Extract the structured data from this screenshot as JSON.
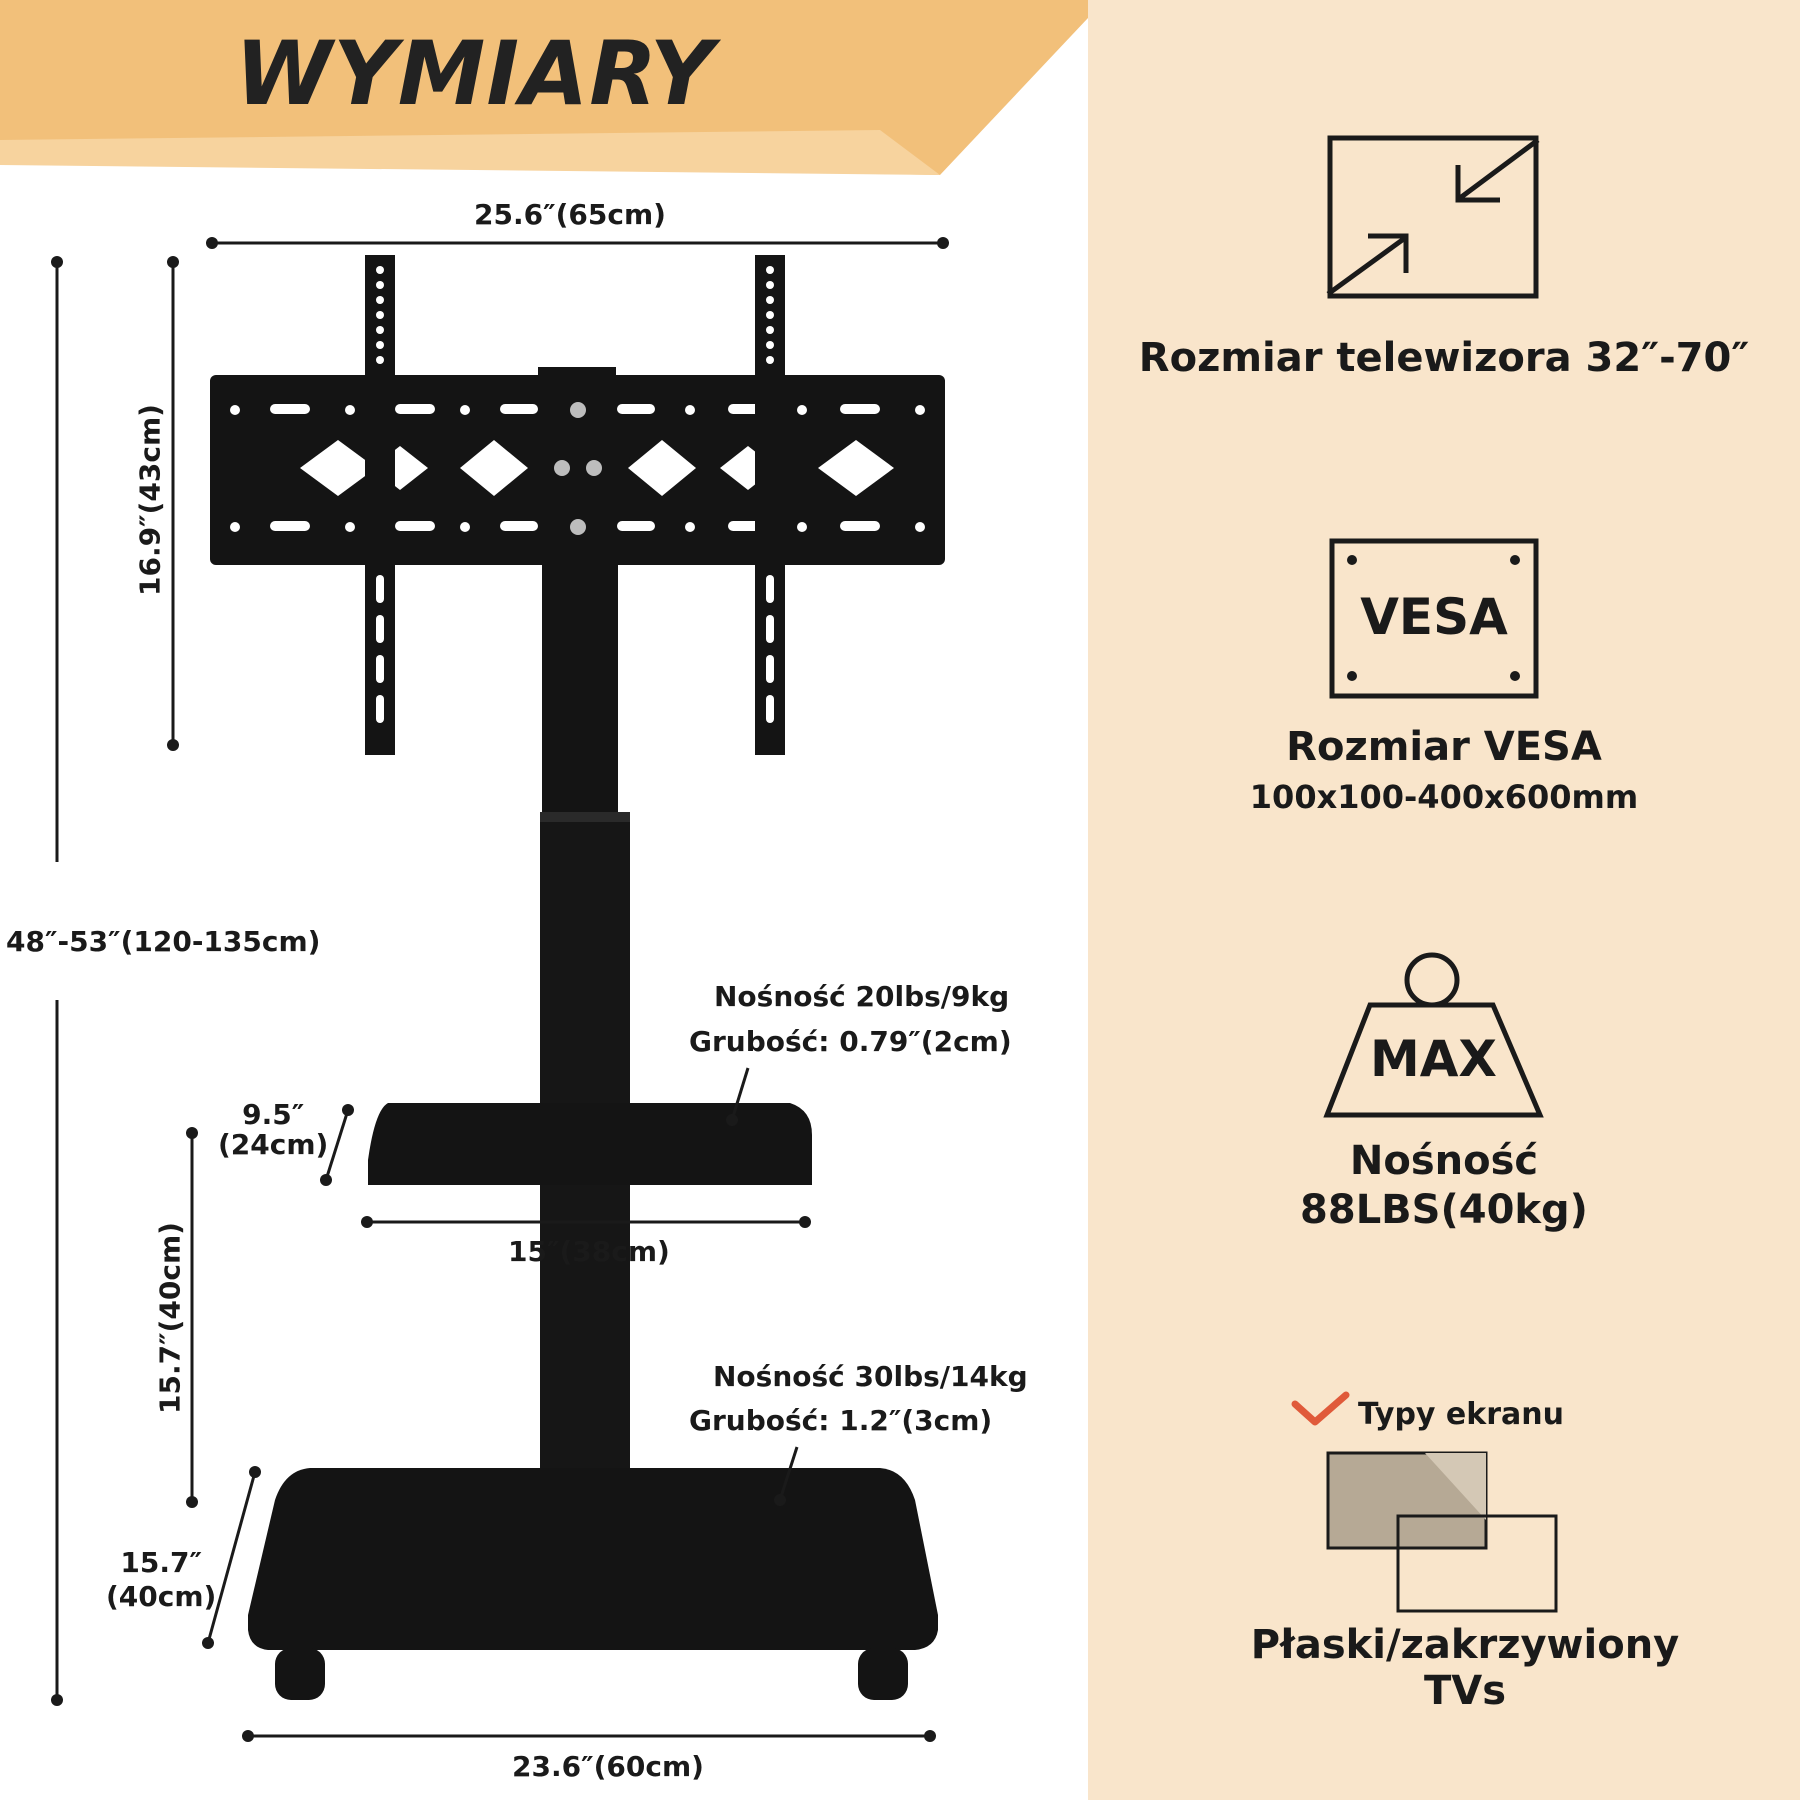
{
  "colors": {
    "banner": "#f2c07a",
    "panel": "#f9e5cb",
    "stand": "#141414",
    "accent_check": "#e05a3a",
    "line": "#1a1a1a"
  },
  "title": "WYMIARY",
  "dimensions": {
    "top_width": "25.6″(65cm)",
    "mount_height": "16.9″(43cm)",
    "total_height": "48″-53″(120-135cm)",
    "shelf_depth_in": "9.5″",
    "shelf_depth_cm": "(24cm)",
    "shelf_width": "15″(38cm)",
    "shelf_height": "15.7″(40cm)",
    "base_depth_in": "15.7″",
    "base_depth_cm": "(40cm)",
    "base_width": "23.6″(60cm)"
  },
  "shelf_note": {
    "capacity": "Nośność 20lbs/9kg",
    "thickness": "Grubość: 0.79″(2cm)"
  },
  "base_note": {
    "capacity": "Nośność 30lbs/14kg",
    "thickness": "Grubość: 1.2″(3cm)"
  },
  "features": {
    "tv_size": {
      "icon": "resize-icon",
      "label": "Rozmiar telewizora 32″-70″"
    },
    "vesa": {
      "icon_text": "VESA",
      "label": "Rozmiar VESA",
      "value": "100x100-400x600mm"
    },
    "capacity": {
      "icon_text": "MAX",
      "label": "Nośność",
      "value": "88LBS(40kg)"
    },
    "screen_types": {
      "check_label": "Typy ekranu",
      "label_line1": "Płaski/zakrzywiony",
      "label_line2": "TVs"
    }
  }
}
